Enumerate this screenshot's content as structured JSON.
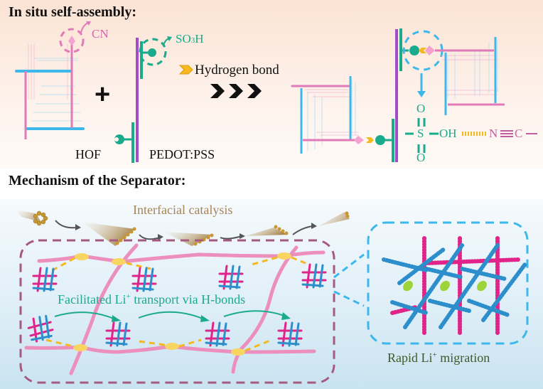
{
  "sections": {
    "assembly": {
      "heading": "In situ self-assembly:",
      "cn_label": "CN",
      "so3h_label_main": "SO",
      "so3h_label_sub": "3",
      "so3h_label_end": "H",
      "hydrogen_bond_label": "Hydrogen bond",
      "plus": "+",
      "chevrons": "❯❯❯",
      "hof_label": "HOF",
      "pedot_label": "PEDOT:PSS",
      "formula": {
        "o_top": "O",
        "s": "S",
        "oh": "OH",
        "n": "N",
        "c": "C",
        "o_bottom": "O"
      }
    },
    "mechanism": {
      "heading": "Mechanism of the Separator:",
      "interfacial_label": "Interfacial catalysis",
      "transport_label_pre": "Facilitated Li",
      "transport_label_sup": "+",
      "transport_label_post": " transport via H-bonds",
      "migration_label_pre": "Rapid Li",
      "migration_label_sup": "+",
      "migration_label_post": " migration"
    }
  },
  "colors": {
    "pink": "#e07ab8",
    "magenta": "#e0248a",
    "blue": "#3db8ea",
    "teal": "#1aaa8c",
    "purple": "#a24cc8",
    "yellow": "#f5c242",
    "dash_box": "#a55a80",
    "brown_text": "#a88354",
    "green_text": "#3e5a2a"
  }
}
